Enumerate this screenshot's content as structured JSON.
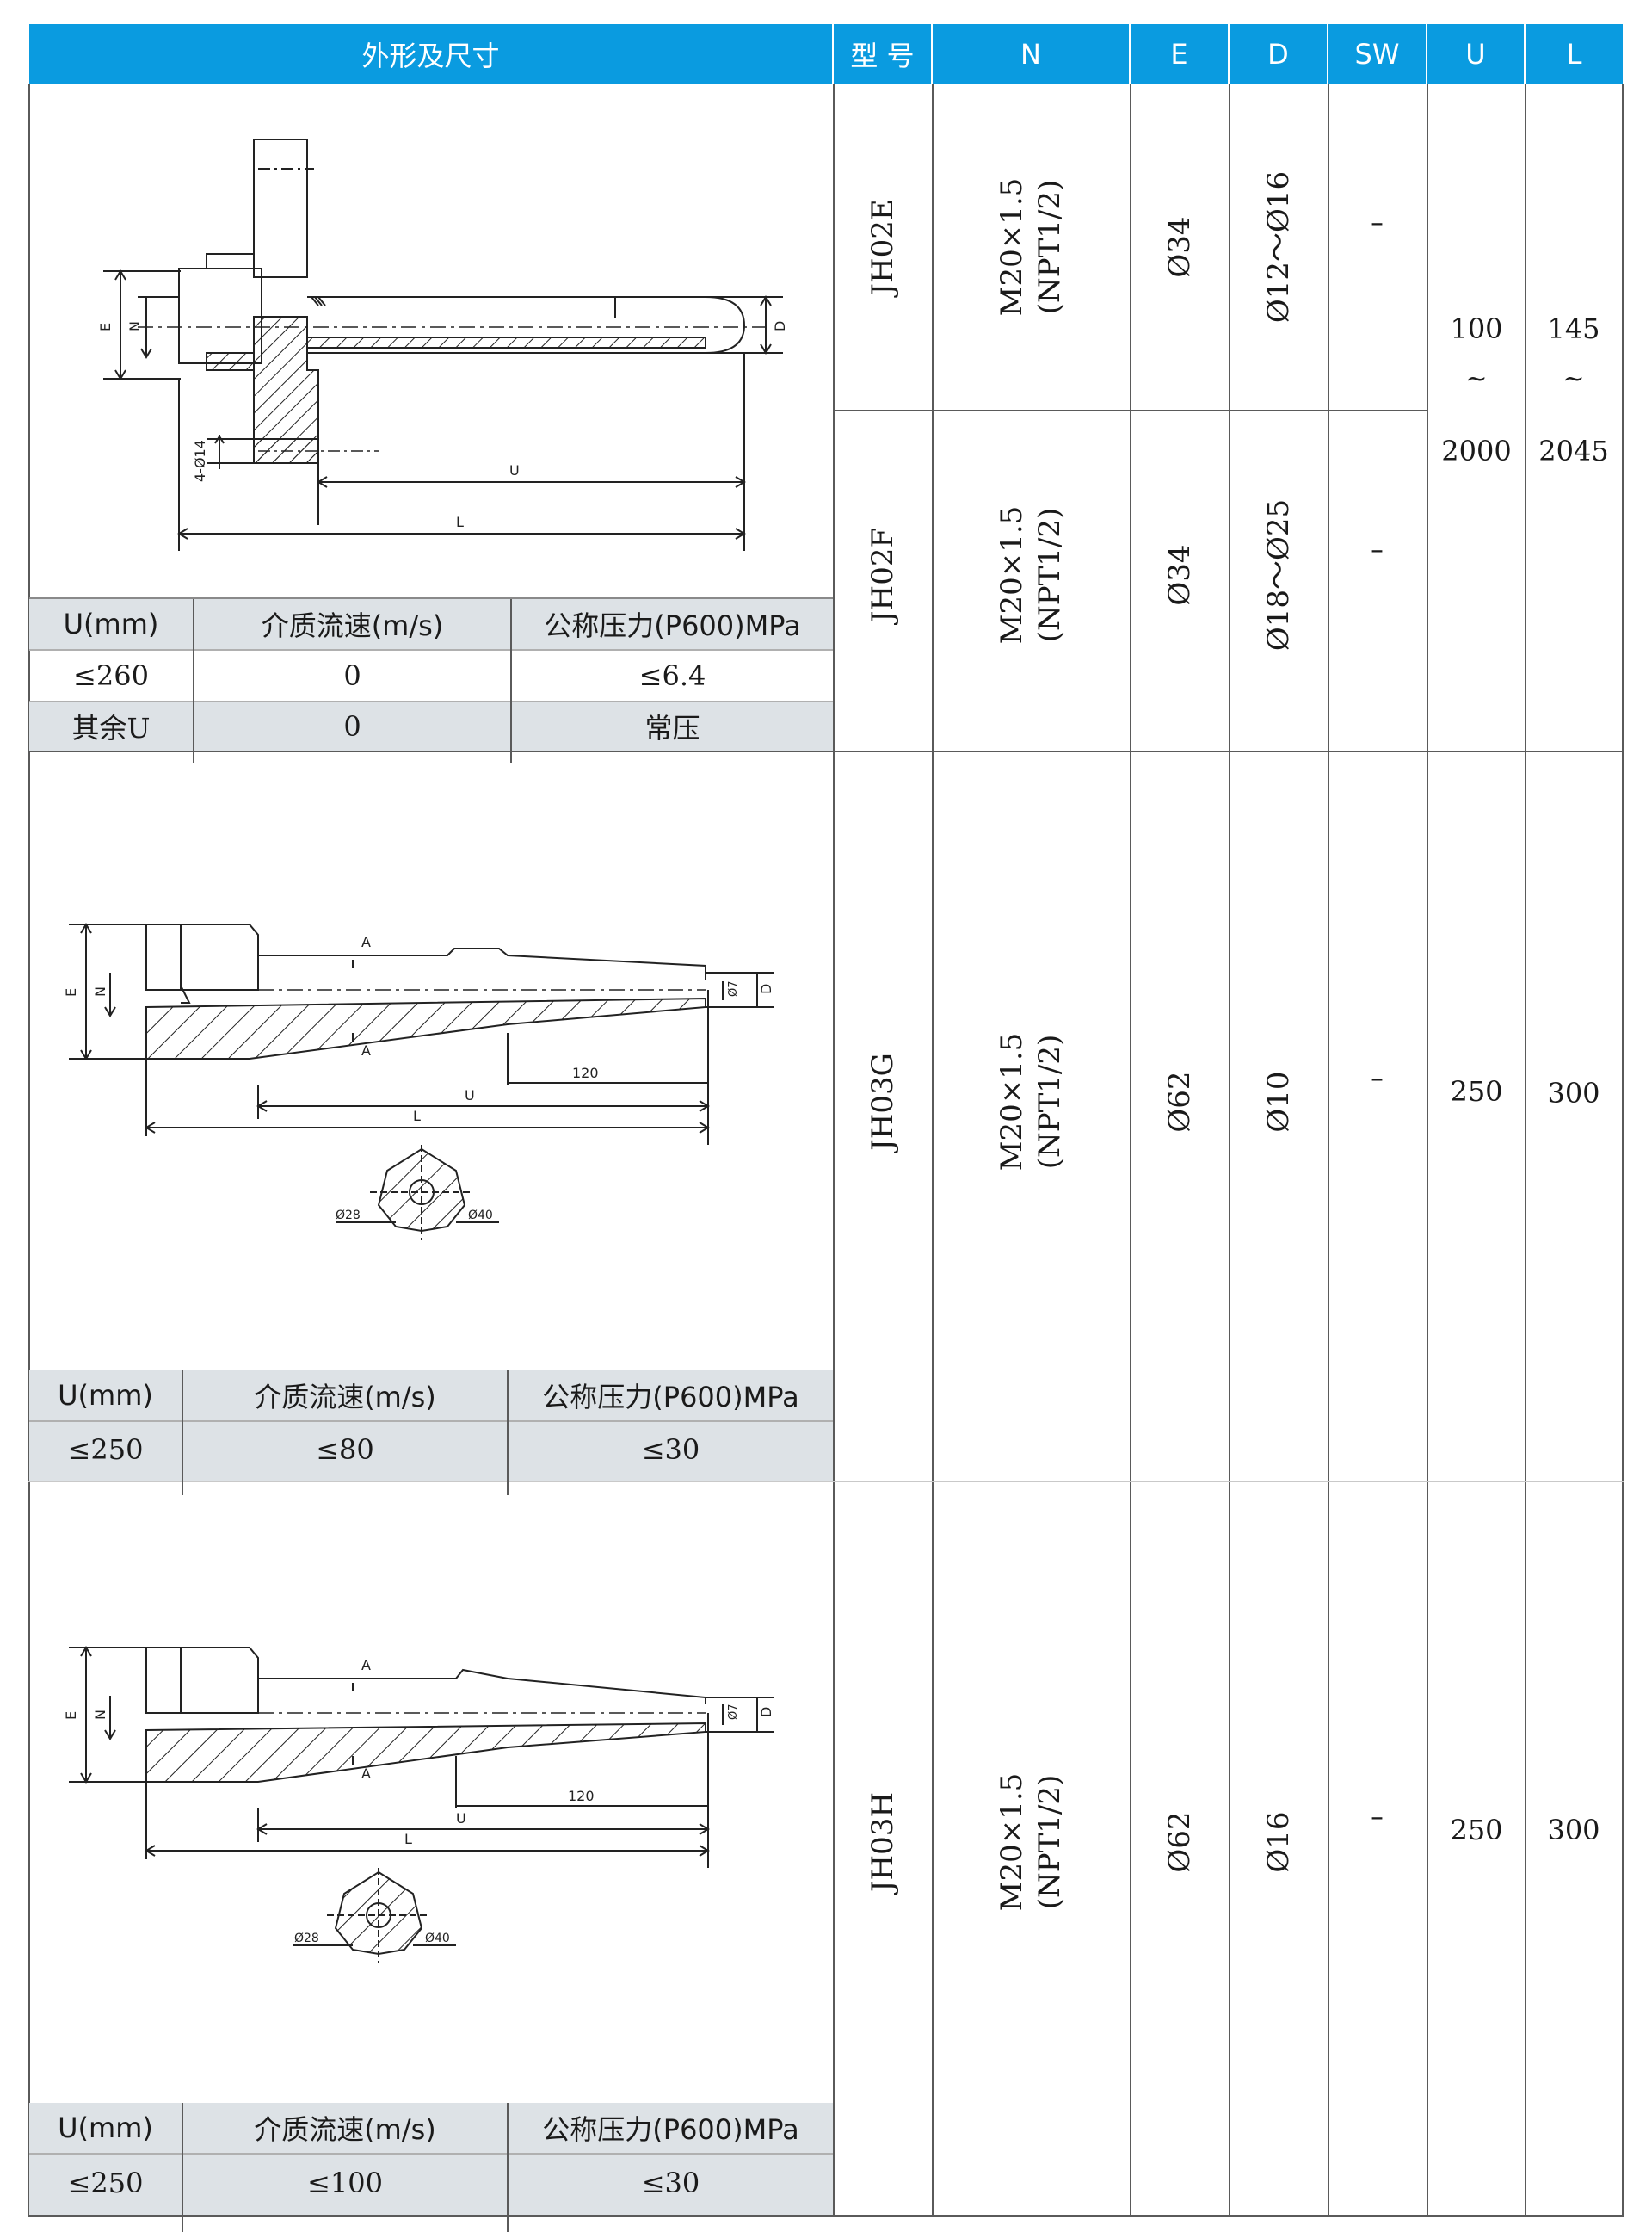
{
  "header": {
    "shape": "外形及尺寸",
    "model": "型 号",
    "n": "N",
    "e": "E",
    "d": "D",
    "sw": "SW",
    "u": "U",
    "l": "L"
  },
  "rows": [
    {
      "model": "JH02E",
      "n1": "M20×1.5",
      "n2": "(NPT1/2)",
      "e": "Ø34",
      "d": "Ø12～Ø16",
      "sw": "–"
    },
    {
      "model": "JH02F",
      "n1": "M20×1.5",
      "n2": "(NPT1/2)",
      "e": "Ø34",
      "d": "Ø18～Ø25",
      "sw": "–"
    },
    {
      "model": "JH03G",
      "n1": "M20×1.5",
      "n2": "(NPT1/2)",
      "e": "Ø62",
      "d": "Ø10",
      "sw": "–",
      "u": "250",
      "l": "300"
    },
    {
      "model": "JH03H",
      "n1": "M20×1.5",
      "n2": "(NPT1/2)",
      "e": "Ø62",
      "d": "Ø16",
      "sw": "–",
      "u": "250",
      "l": "300"
    }
  ],
  "shared_range": {
    "u_min": "100",
    "u_tilde": "~",
    "u_max": "2000",
    "l_min": "145",
    "l_tilde": "~",
    "l_max": "2045"
  },
  "sub_tables": [
    {
      "headers": [
        "U(mm)",
        "介质流速(m/s)",
        "公称压力(P600)MPa"
      ],
      "rows": [
        [
          "≤260",
          "0",
          "≤6.4"
        ],
        [
          "其余U",
          "0",
          "常压"
        ]
      ]
    },
    {
      "headers": [
        "U(mm)",
        "介质流速(m/s)",
        "公称压力(P600)MPa"
      ],
      "rows": [
        [
          "≤250",
          "≤80",
          "≤30"
        ]
      ]
    },
    {
      "headers": [
        "U(mm)",
        "介质流速(m/s)",
        "公称压力(P600)MPa"
      ],
      "rows": [
        [
          "≤250",
          "≤100",
          "≤30"
        ]
      ]
    }
  ],
  "drawing_labels": {
    "d1": {
      "e": "E",
      "n": "N",
      "d": "D",
      "holes": "4-Ø14",
      "u": "U",
      "l": "L"
    },
    "d2": {
      "e": "E",
      "n": "N",
      "d": "D",
      "dia7": "Ø7",
      "a_top": "A",
      "a_bot": "A",
      "len120": "120",
      "u": "U",
      "l": "L",
      "d28": "Ø28",
      "d40": "Ø40"
    },
    "d3": {
      "e": "E",
      "n": "N",
      "d": "D",
      "dia7": "Ø7",
      "a_top": "A",
      "a_bot": "A",
      "len120": "120",
      "u": "U",
      "l": "L",
      "d28": "Ø28",
      "d40": "Ø40"
    }
  },
  "colors": {
    "header_bg": "#0a9be0",
    "header_text": "#ffffff",
    "subhead_bg": "#dde2e6",
    "grid": "#5a5a5a"
  }
}
